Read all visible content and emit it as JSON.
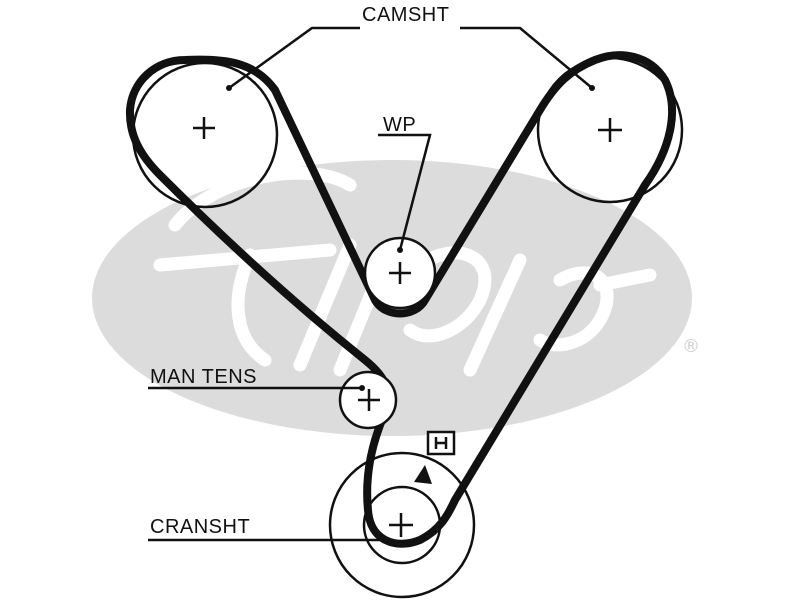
{
  "labels": {
    "camshaft": "CAMSHT",
    "water_pump": "WP",
    "manual_tensioner": "MAN TENS",
    "crankshaft": "CRANSHT"
  },
  "watermark": {
    "brand": "Gates",
    "registered_mark": "®"
  },
  "colors": {
    "line": "#111111",
    "watermark": "#d9d9d9",
    "background": "#ffffff"
  }
}
